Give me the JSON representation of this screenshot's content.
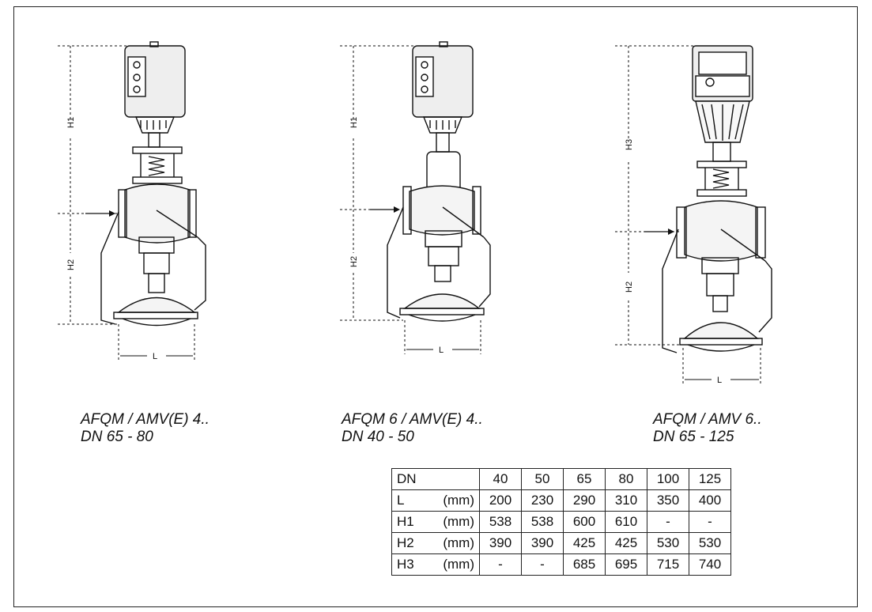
{
  "valves": [
    {
      "model": "AFQM / AMV(E) 4..",
      "range": "DN 65 - 80",
      "height_labels": [
        "H1",
        "H2"
      ]
    },
    {
      "model": "AFQM 6 / AMV(E) 4..",
      "range": "DN 40 - 50",
      "height_labels": [
        "H1",
        "H2"
      ]
    },
    {
      "model": "AFQM / AMV 6..",
      "range": "DN 65 - 125",
      "height_labels": [
        "H3",
        "H2"
      ]
    }
  ],
  "length_label": "L",
  "table": {
    "header": {
      "label": "DN",
      "values": [
        "40",
        "50",
        "65",
        "80",
        "100",
        "125"
      ]
    },
    "rows": [
      {
        "param": "L",
        "unit": "(mm)",
        "values": [
          "200",
          "230",
          "290",
          "310",
          "350",
          "400"
        ]
      },
      {
        "param": "H1",
        "unit": "(mm)",
        "values": [
          "538",
          "538",
          "600",
          "610",
          "-",
          "-"
        ]
      },
      {
        "param": "H2",
        "unit": "(mm)",
        "values": [
          "390",
          "390",
          "425",
          "425",
          "530",
          "530"
        ]
      },
      {
        "param": "H3",
        "unit": "(mm)",
        "values": [
          "-",
          "-",
          "685",
          "695",
          "715",
          "740"
        ]
      }
    ]
  }
}
